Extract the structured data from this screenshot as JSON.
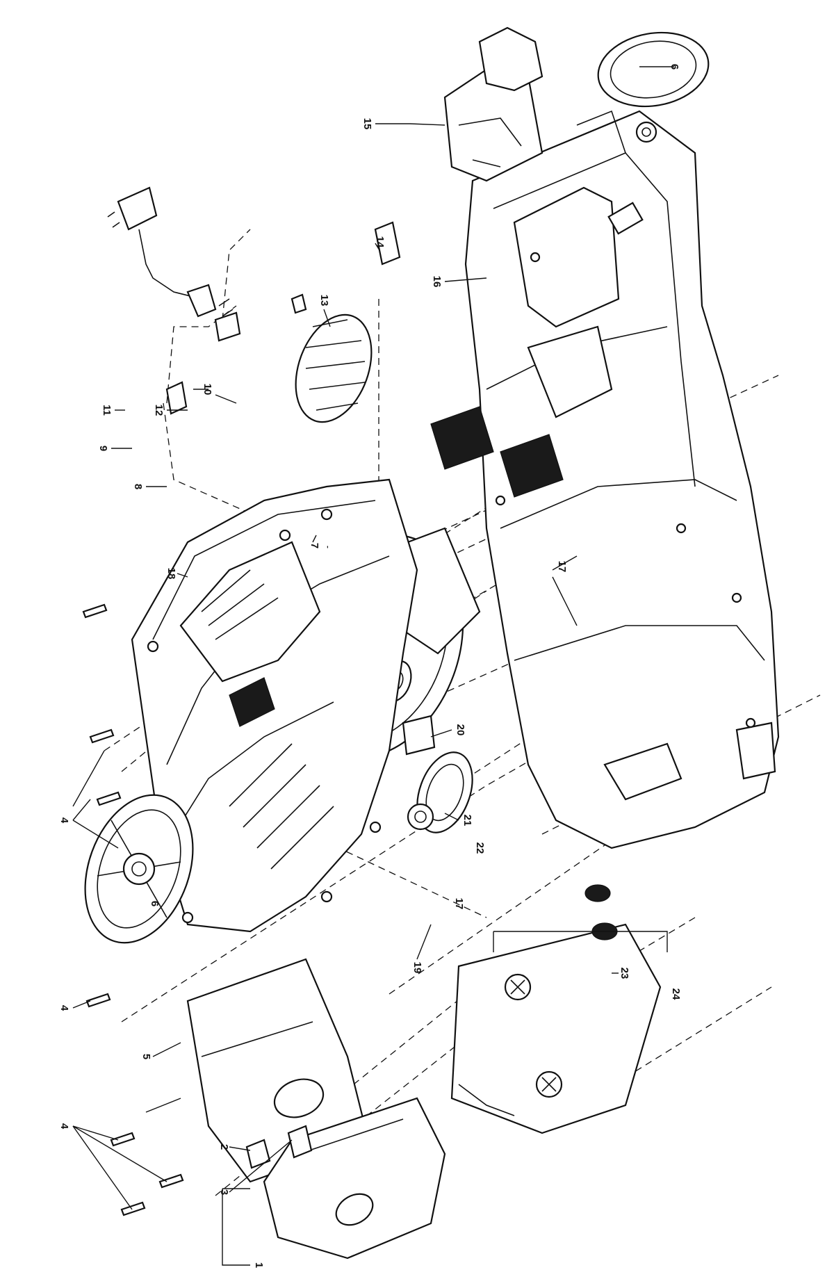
{
  "callouts": {
    "c1": "1",
    "c2": "2",
    "c3": "3",
    "c4a": "4",
    "c4b": "4",
    "c4c": "4",
    "c5": "5",
    "c6a": "6",
    "c6b": "6",
    "c7": "7",
    "c8": "8",
    "c9": "9",
    "c10": "10",
    "c11": "11",
    "c12": "12",
    "c13": "13",
    "c14": "14",
    "c15": "15",
    "c16": "16",
    "c17a": "17",
    "c17b": "17",
    "c18": "18",
    "c19": "19",
    "c20": "20",
    "c21": "21",
    "c22": "22",
    "c23": "23",
    "c24": "24"
  },
  "stray_mark": "'"
}
